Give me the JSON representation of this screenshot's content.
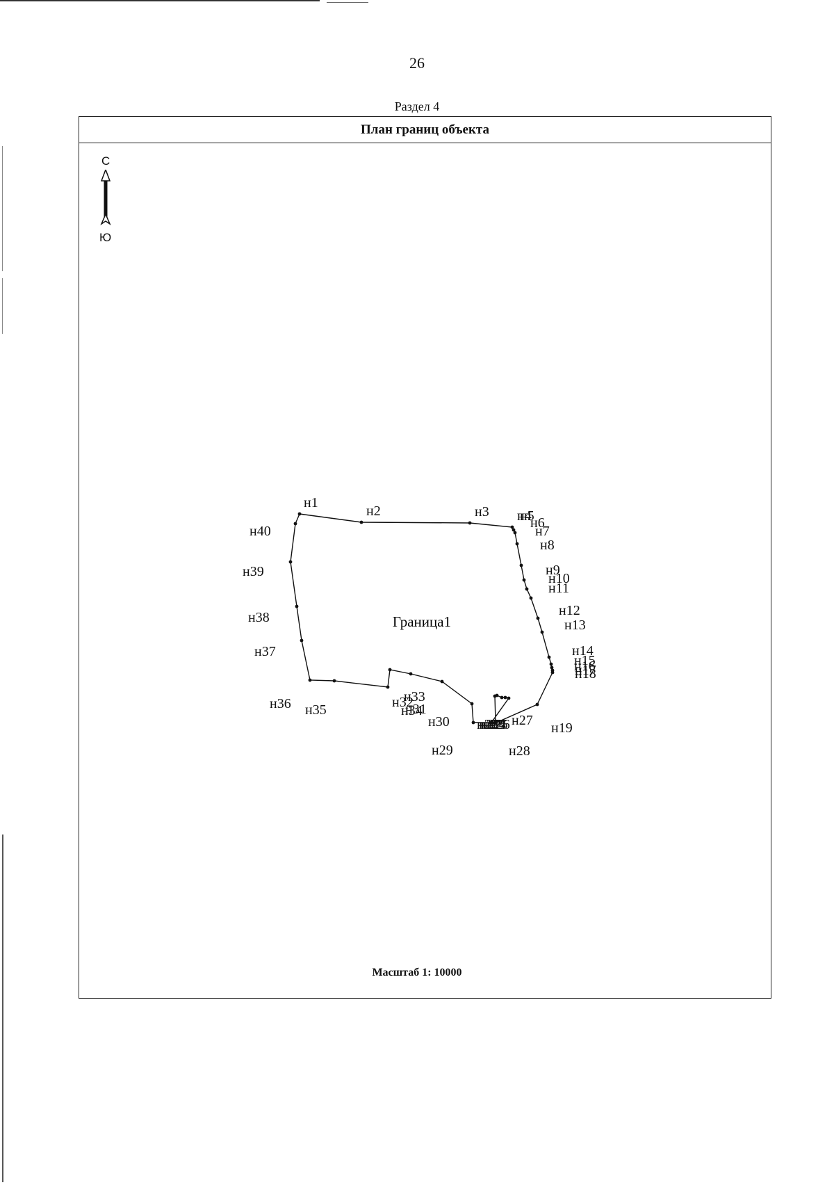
{
  "page": {
    "page_number": "26",
    "section_label": "Раздел 4",
    "title": "План границ объекта",
    "scale_label": "Масштаб 1: 10000"
  },
  "compass": {
    "north": "С",
    "south": "Ю"
  },
  "parcel": {
    "name": "Граница1",
    "points": [
      {
        "label": "н1"
      },
      {
        "label": "н2"
      },
      {
        "label": "н3"
      },
      {
        "label": "н4"
      },
      {
        "label": "н5"
      },
      {
        "label": "н6"
      },
      {
        "label": "н7"
      },
      {
        "label": "н8"
      },
      {
        "label": "н9"
      },
      {
        "label": "н10"
      },
      {
        "label": "н11"
      },
      {
        "label": "н12"
      },
      {
        "label": "н13"
      },
      {
        "label": "н14"
      },
      {
        "label": "н15"
      },
      {
        "label": "н16"
      },
      {
        "label": "н17"
      },
      {
        "label": "н18"
      },
      {
        "label": "н19"
      },
      {
        "label": "н20"
      },
      {
        "label": "н21"
      },
      {
        "label": "н22"
      },
      {
        "label": "н23"
      },
      {
        "label": "н24"
      },
      {
        "label": "н25"
      },
      {
        "label": "н26"
      },
      {
        "label": "н27"
      },
      {
        "label": "н28"
      },
      {
        "label": "н29"
      },
      {
        "label": "н30"
      },
      {
        "label": "н31"
      },
      {
        "label": "н32"
      },
      {
        "label": "н33"
      },
      {
        "label": "н34"
      },
      {
        "label": "н35"
      },
      {
        "label": "н36"
      },
      {
        "label": "н37"
      },
      {
        "label": "н38"
      },
      {
        "label": "н39"
      },
      {
        "label": "н40"
      }
    ]
  }
}
